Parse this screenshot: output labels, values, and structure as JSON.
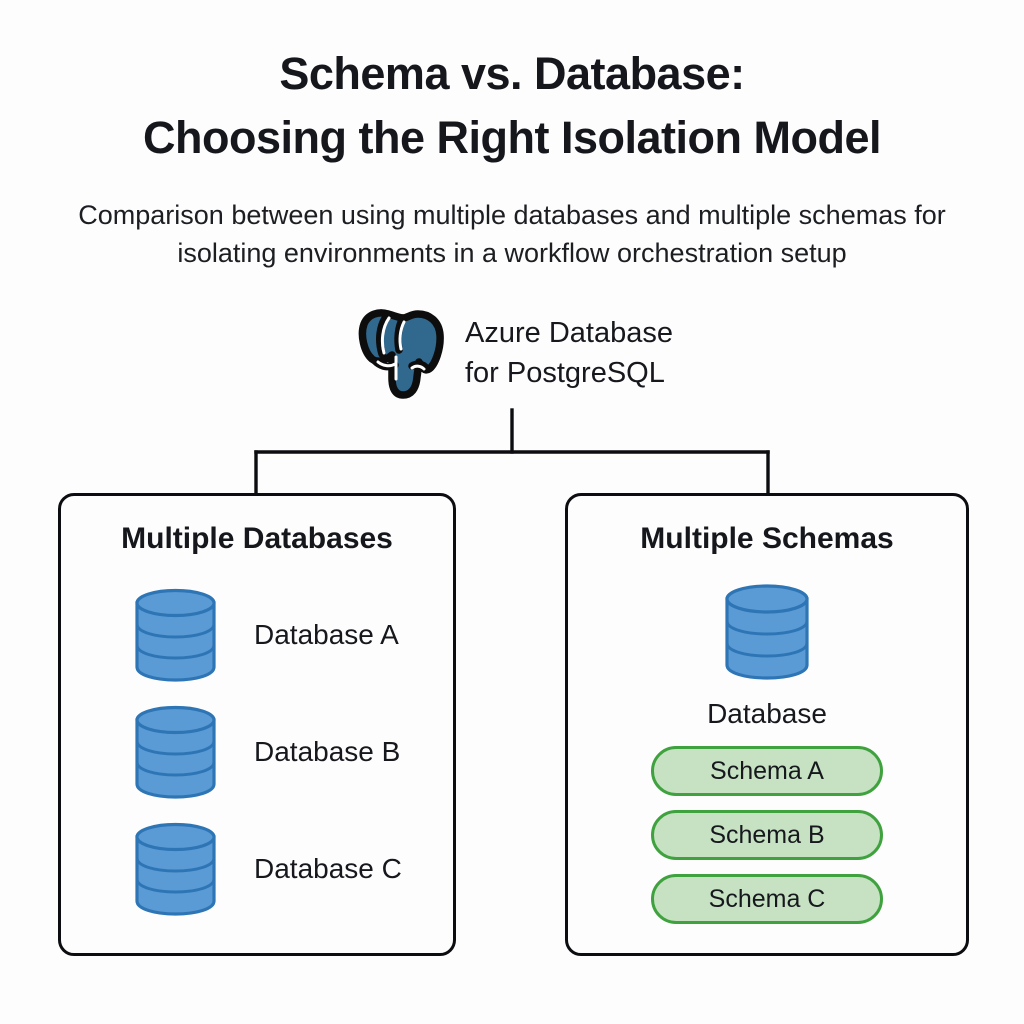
{
  "page": {
    "background_color": "#fdfdfd",
    "title_lines": [
      "Schema vs. Database:",
      "Choosing the Right Isolation Model"
    ],
    "subtitle_lines": [
      "Comparison between using multiple databases and multiple schemas for",
      "isolating environments in a workflow orchestration setup"
    ]
  },
  "brand": {
    "logo_icon": "postgresql-elephant-icon",
    "logo_color": "#31688e",
    "name_lines": [
      "Azure Database",
      "for PostgreSQL"
    ]
  },
  "connector": {
    "color": "#0c0d10",
    "stroke_width": 3
  },
  "panels": [
    {
      "id": "multiple-databases",
      "heading": "Multiple Databases",
      "border_color": "#0c0d10",
      "items": [
        {
          "icon": "database-cylinder-icon",
          "label": "Database A"
        },
        {
          "icon": "database-cylinder-icon",
          "label": "Database B"
        },
        {
          "icon": "database-cylinder-icon",
          "label": "Database C"
        }
      ]
    },
    {
      "id": "multiple-schemas",
      "heading": "Multiple Schemas",
      "border_color": "#0c0d10",
      "database": {
        "icon": "database-cylinder-icon",
        "label": "Database"
      },
      "schemas": [
        {
          "label": "Schema A"
        },
        {
          "label": "Schema B"
        },
        {
          "label": "Schema C"
        }
      ]
    }
  ],
  "colors": {
    "cylinder_fill": "#5b9bd5",
    "cylinder_stroke": "#2e75b6",
    "pill_fill": "#c6e2c2",
    "pill_stroke": "#3fa23f",
    "text": "#16181d"
  }
}
